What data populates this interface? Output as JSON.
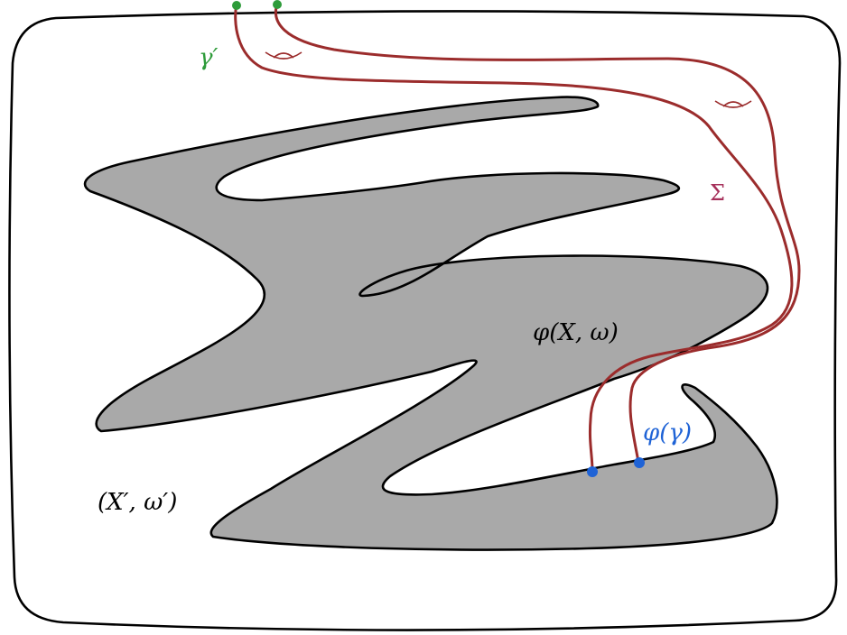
{
  "labels": {
    "ambient_manifold": "(X′, ω′)",
    "embedded_image": "φ(X, ω)",
    "surface": "Σ",
    "boundary_curve_image": "φ(γ)",
    "boundary_curve": "γ′"
  },
  "colors": {
    "background": "#ffffff",
    "outline": "#000000",
    "region_fill": "#a9a9a9",
    "surface": "#9b2c2c",
    "surface_label": "#a6305a",
    "gamma_image": "#1f63d6",
    "gamma_prime": "#2e9b3a"
  },
  "icons": {
    "handle": "handle-icon",
    "endpoint": "dot-icon"
  }
}
